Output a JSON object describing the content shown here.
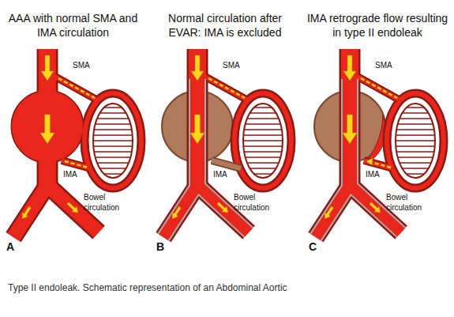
{
  "diagram": {
    "caption": "Type II endoleak. Schematic representation of an Abdominal Aortic",
    "labels": [
      "AAA with normal SMA and IMA circulation",
      "Normal circulation after EVAR: IMA is excluded",
      "IMA retrograde flow resulting in type II endoleak",
      "SMA",
      "IMA",
      "Bowel circulation",
      "A",
      "SMA",
      "IMA",
      "Bowel circulation",
      "B",
      "SMA",
      "IMA",
      "Bowel circulation",
      "C"
    ]
  }
}
